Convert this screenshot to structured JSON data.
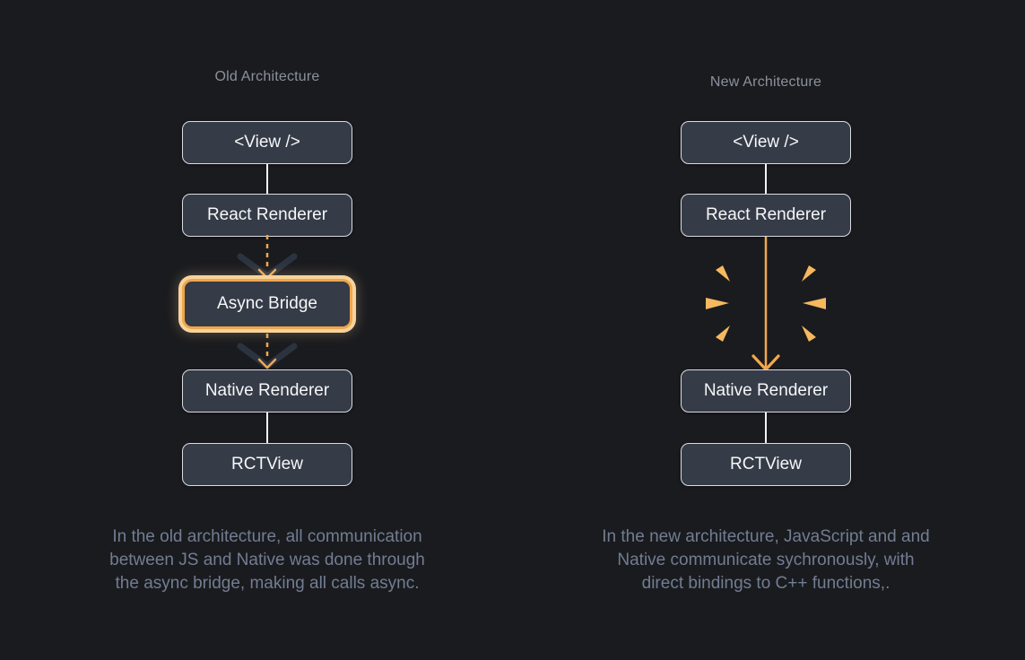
{
  "diagram": {
    "old": {
      "title": "Old Architecture",
      "nodes": {
        "view": "<View />",
        "react": "React Renderer",
        "bridge": "Async Bridge",
        "native": "Native Renderer",
        "rct": "RCTView"
      },
      "caption_lines": [
        "In the old architecture, all communication",
        "between JS and Native was done through",
        "the async bridge, making all calls async."
      ]
    },
    "new": {
      "title": "New Architecture",
      "nodes": {
        "view": "<View />",
        "react": "React Renderer",
        "native": "Native Renderer",
        "rct": "RCTView"
      },
      "caption_lines": [
        "In the new architecture, JavaScript and and",
        "Native communicate sychronously, with",
        "direct bindings to C++ functions,."
      ]
    },
    "colors": {
      "background": "#1a1b1f",
      "node_fill": "#353b47",
      "node_border": "#d9dce1",
      "node_text": "#f6f7f8",
      "accent_orange": "#f2a74e",
      "highlight_border": "#f0a64c",
      "highlight_ring": "#f6d39c",
      "dark_chevron": "#2c3340",
      "spark": "#f6b95f",
      "title_text": "#8b919c",
      "caption_text": "#727d92"
    }
  }
}
